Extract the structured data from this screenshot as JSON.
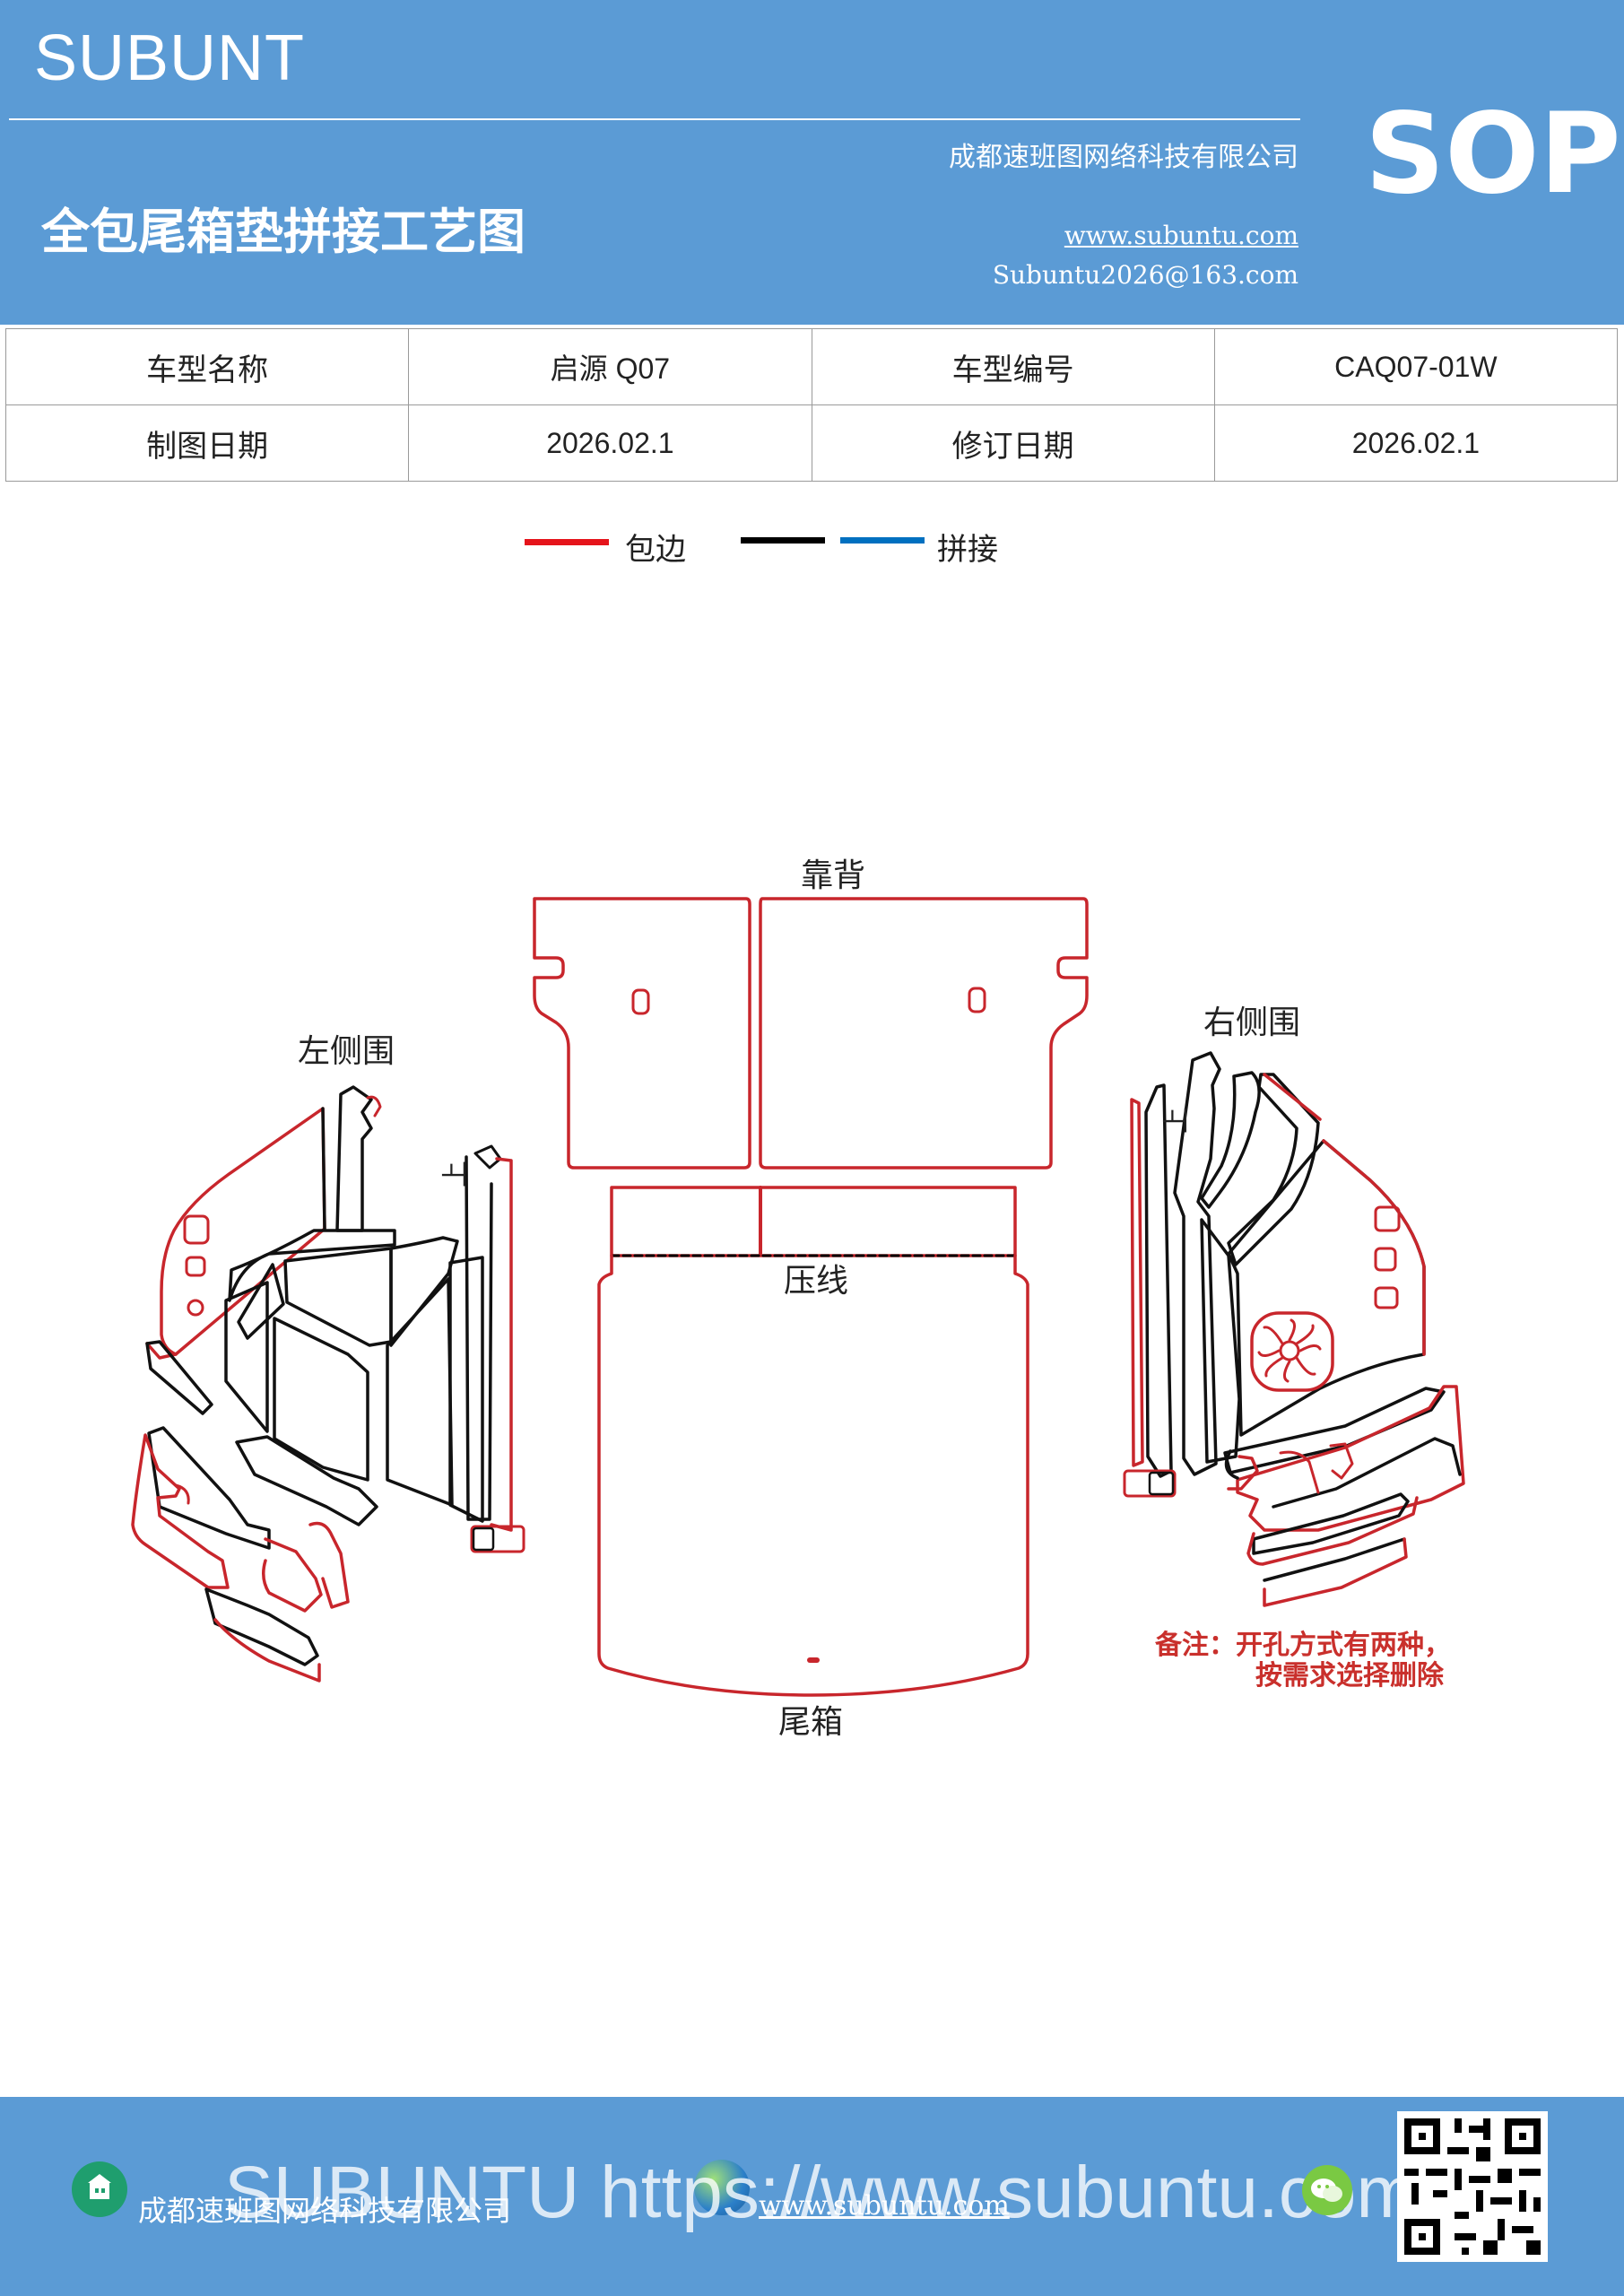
{
  "header": {
    "brand": "SUBUNT",
    "company": "成都速班图网络科技有限公司",
    "title": "全包尾箱垫拼接工艺图",
    "website": "www.subuntu.com",
    "email": "Subuntu2026@163.com",
    "badge": "SOP"
  },
  "info_table": {
    "row1": [
      "车型名称",
      "启源 Q07",
      "车型编号",
      "CAQ07-01W"
    ],
    "row2": [
      "制图日期",
      "2026.02.1",
      "修订日期",
      "2026.02.1"
    ]
  },
  "legend": {
    "wrap_label": "包边",
    "splice_label": "拼接",
    "colors": {
      "wrap": "#e5141b",
      "black": "#000000",
      "splice": "#0070c0"
    }
  },
  "diagram": {
    "backrest_label": "靠背",
    "left_label": "左侧围",
    "right_label": "右侧围",
    "press_line_label": "压线",
    "trunk_label": "尾箱",
    "left_small_label": "上",
    "right_small_label": "上",
    "note_line1": "备注：开孔方式有两种，",
    "note_line2": "按需求选择删除"
  },
  "footer": {
    "company": "成都速班图网络科技有限公司",
    "website": "www.subuntu.com",
    "watermark": "SUBUNTU https://www.subuntu.com"
  }
}
